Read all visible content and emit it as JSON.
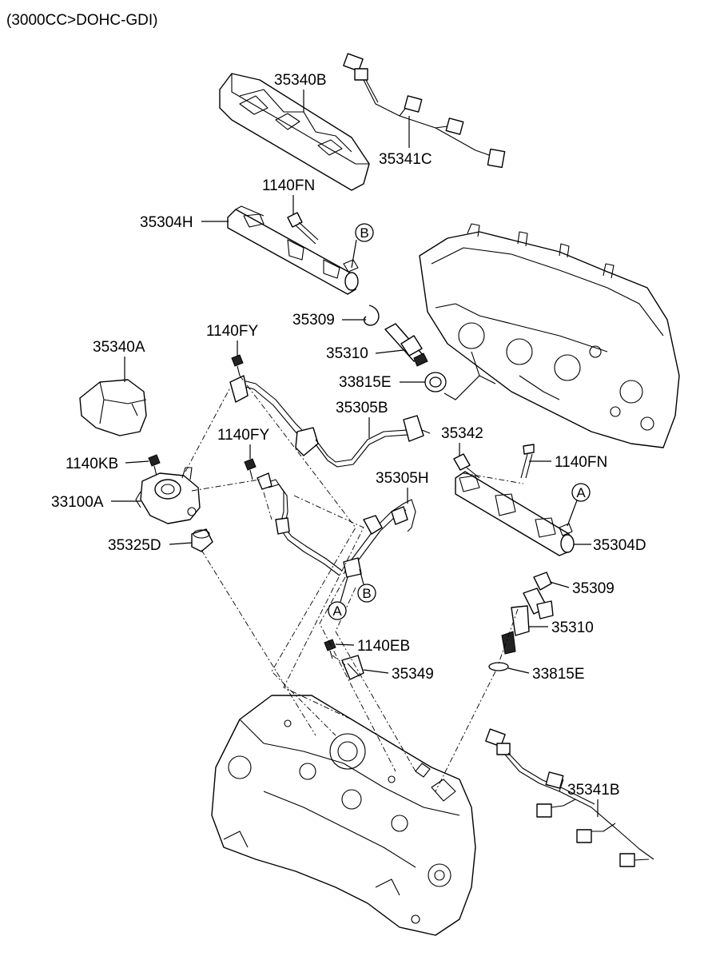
{
  "header": "(3000CC>DOHC-GDI)",
  "labels": {
    "p35340B": "35340B",
    "p35341C": "35341C",
    "p1140FN_top": "1140FN",
    "p35304H": "35304H",
    "p35309_top": "35309",
    "p35310_top": "35310",
    "p33815E_top": "33815E",
    "p35340A": "35340A",
    "p1140FY_top": "1140FY",
    "p35305B": "35305B",
    "p1140FY_mid": "1140FY",
    "p1140KB": "1140KB",
    "p33100A": "33100A",
    "p35325D": "35325D",
    "p35305H": "35305H",
    "p35342": "35342",
    "p1140FN_right": "1140FN",
    "p35304D": "35304D",
    "p35309_right": "35309",
    "p35310_right": "35310",
    "p1140EB": "1140EB",
    "p35349": "35349",
    "p33815E_right": "33815E",
    "p35341B": "35341B"
  },
  "callouts": {
    "B_top": "B",
    "A_right": "A",
    "A_low": "A",
    "B_low": "B"
  }
}
